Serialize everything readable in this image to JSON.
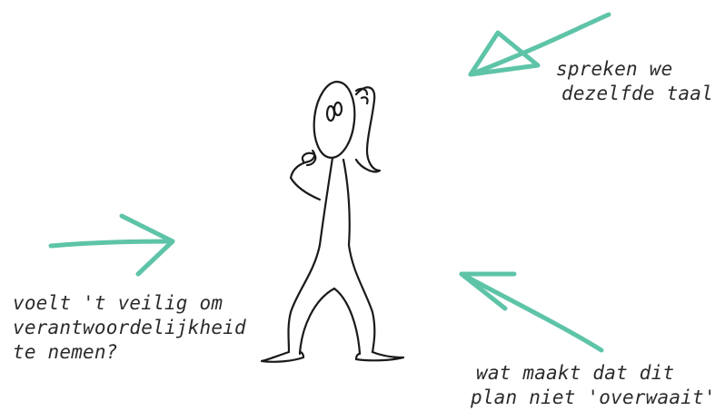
{
  "annotations": {
    "top_right": [
      "spreken we",
      "dezelfde taal?"
    ],
    "left": [
      "voelt 't  veilig om",
      "verantwoordelijkheid",
      "te nemen?"
    ],
    "bottom_right": [
      "wat maakt dat dit",
      "plan niet 'overwaait'?"
    ]
  },
  "colors": {
    "arrow": "#5ec4a8",
    "ink": "#1a1a1a",
    "background": "#ffffff"
  },
  "icons": {
    "figure": "stick-figure-worried-icon",
    "arrows": [
      "arrow-top-right-icon",
      "arrow-left-icon",
      "arrow-bottom-right-icon"
    ]
  }
}
